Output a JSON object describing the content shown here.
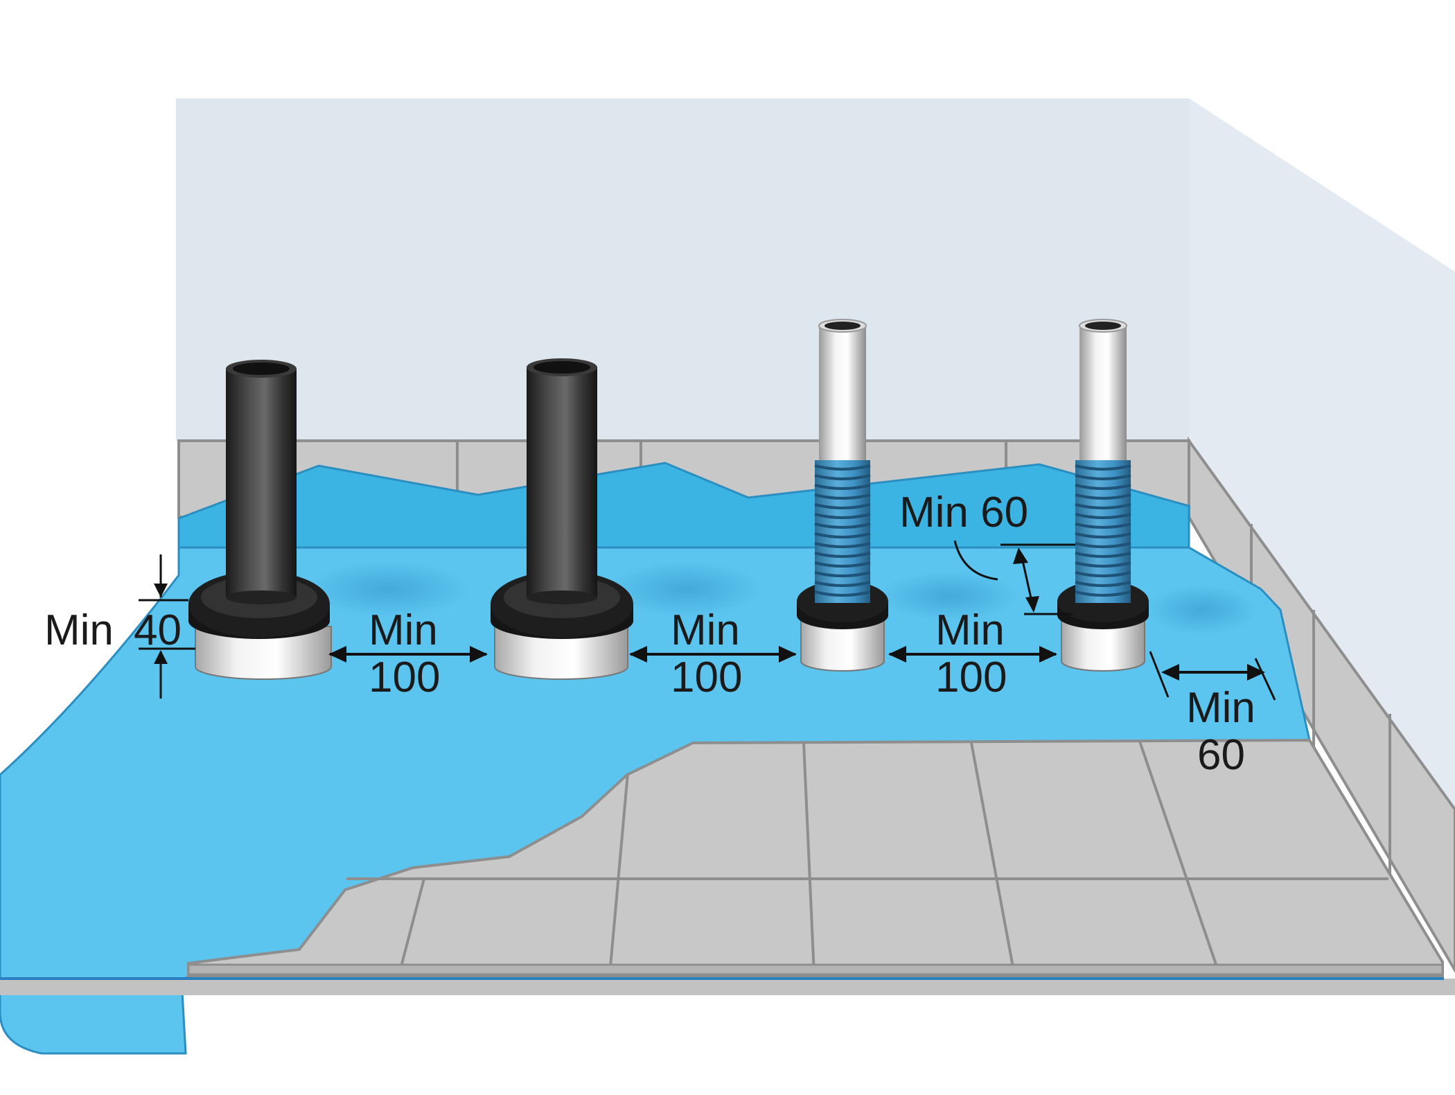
{
  "labels": {
    "min_40_word": "Min",
    "min_40_value": "40",
    "gap_1_word": "Min",
    "gap_1_value": "100",
    "gap_2_word": "Min",
    "gap_2_value": "100",
    "gap_3_word": "Min",
    "gap_3_value": "100",
    "pipe_gap": "Min 60",
    "edge_word": "Min",
    "edge_value": "60"
  },
  "colors": {
    "wall": "#dfe7ee",
    "wall_side": "#e3eaf1",
    "membrane_light": "#5bc4ef",
    "membrane_dark": "#3bb4e4",
    "tile": "#c8c8c8",
    "grout": "#8e8e8e",
    "dark_pipe": "#2d2d2d",
    "corrugated_sleeve": "#3f93c6",
    "steel_pipe": "#d9d9d9",
    "collar": "#1e1e1e",
    "base_ring": "#e8e8e8"
  }
}
